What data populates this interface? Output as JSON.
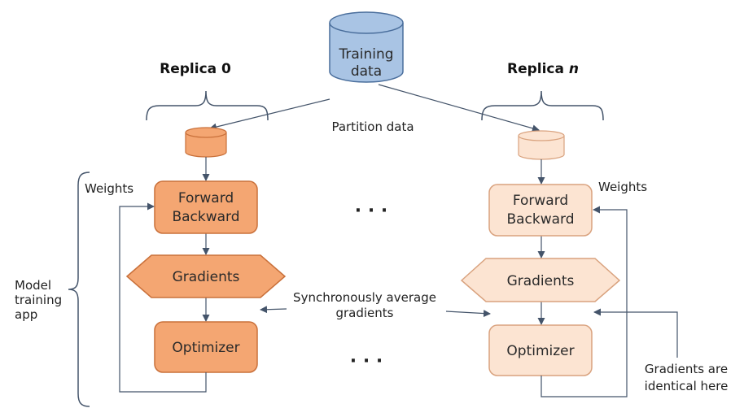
{
  "colors": {
    "dark_fill": "#F4A672",
    "dark_stroke": "#C9703A",
    "light_fill": "#FCE4D2",
    "light_stroke": "#D9A27E",
    "db_fill": "#A9C4E4",
    "db_stroke": "#4A6E9C",
    "line": "#44546A"
  },
  "storage": {
    "line1": "Training",
    "line2": "data"
  },
  "labels": {
    "replica_0": "Replica 0",
    "replica_n_prefix": "Replica ",
    "replica_n_var": "n",
    "partition_data": "Partition data",
    "weights": "Weights",
    "model_line1": "Model",
    "model_line2": "training",
    "model_line3": "app",
    "sync_line1": "Synchronously average",
    "sync_line2": "gradients",
    "identical_line1": "Gradients are",
    "identical_line2": "identical here",
    "ellipsis": "·     ·     ·"
  },
  "replica_left": {
    "forward_line1": "Forward",
    "forward_line2": "Backward",
    "gradients": "Gradients",
    "optimizer": "Optimizer"
  },
  "replica_right": {
    "forward_line1": "Forward",
    "forward_line2": "Backward",
    "gradients": "Gradients",
    "optimizer": "Optimizer"
  }
}
